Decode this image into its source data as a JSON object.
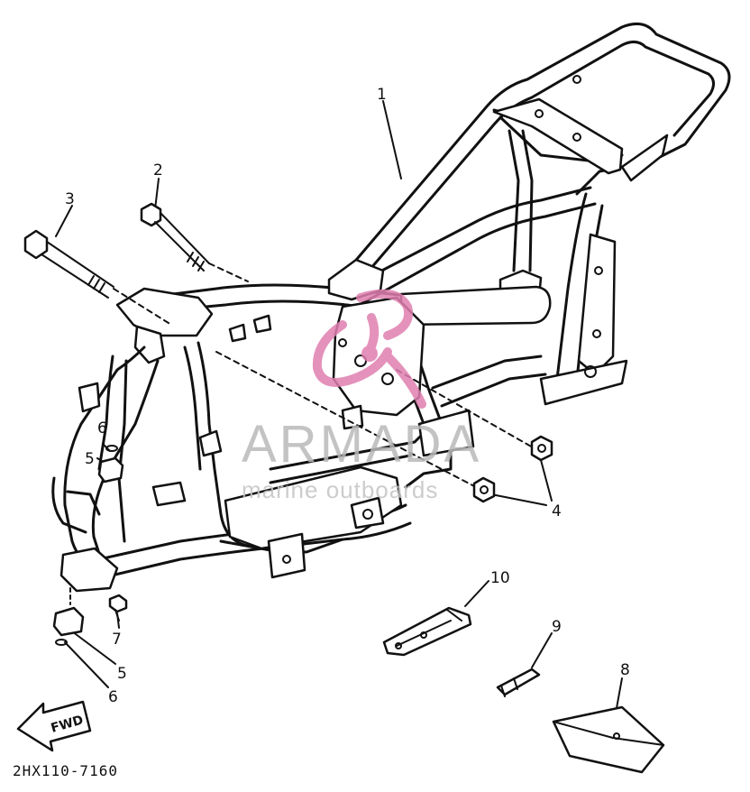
{
  "diagram": {
    "part_code": "2HX110-7160",
    "fwd_label": "FWD",
    "callouts": [
      {
        "id": "c1",
        "label": "1"
      },
      {
        "id": "c2",
        "label": "2"
      },
      {
        "id": "c3",
        "label": "3"
      },
      {
        "id": "c4",
        "label": "4"
      },
      {
        "id": "c5a",
        "label": "5"
      },
      {
        "id": "c6a",
        "label": "6"
      },
      {
        "id": "c5b",
        "label": "5"
      },
      {
        "id": "c6b",
        "label": "6"
      },
      {
        "id": "c7",
        "label": "7"
      },
      {
        "id": "c8",
        "label": "8"
      },
      {
        "id": "c9",
        "label": "9"
      },
      {
        "id": "c10",
        "label": "10"
      }
    ]
  },
  "watermark": {
    "brand": "ARMADA",
    "tagline": "marine outboards",
    "color": "#e07fb0"
  }
}
